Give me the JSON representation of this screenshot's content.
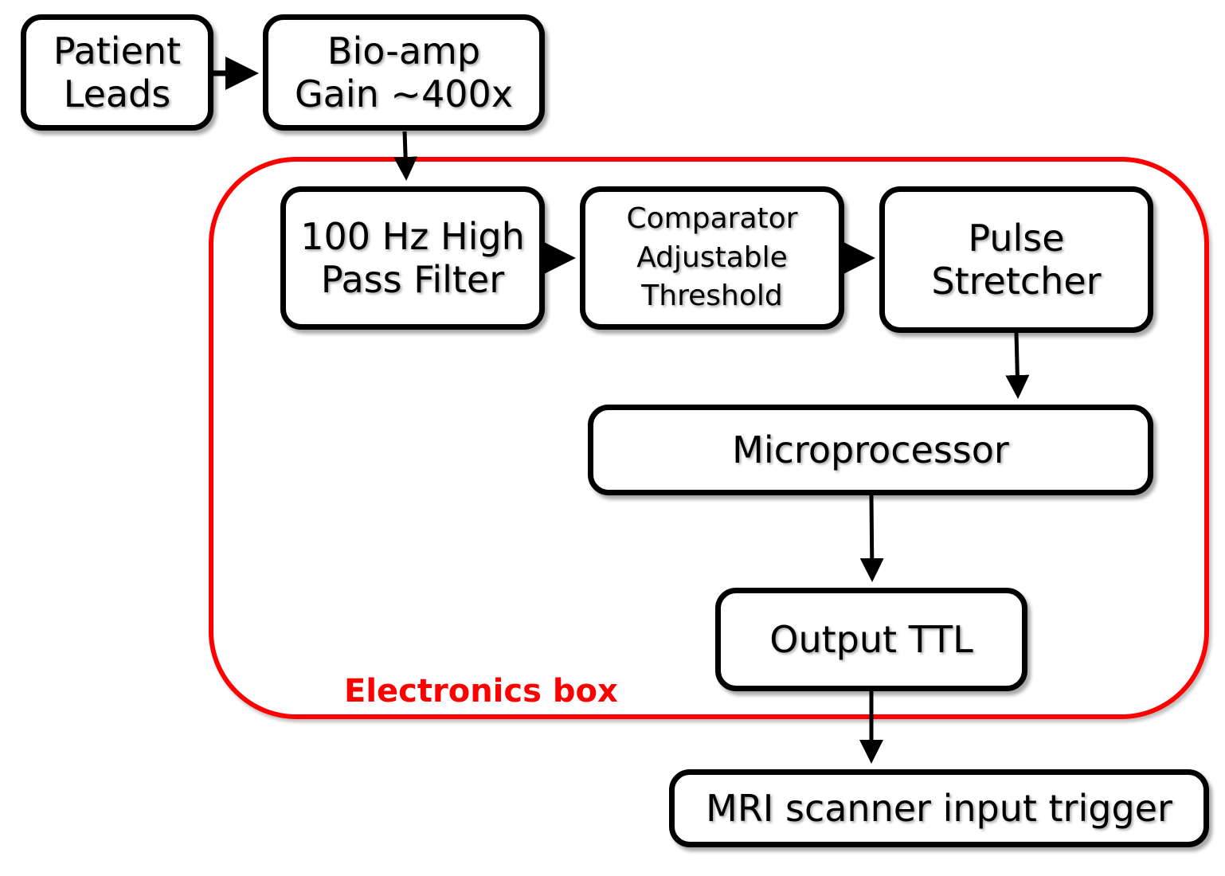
{
  "diagram": {
    "group": {
      "label": "Electronics box",
      "color": "#ff0000"
    },
    "nodes": [
      {
        "id": "patient-leads",
        "label": "Patient\nLeads"
      },
      {
        "id": "bio-amp",
        "label": "Bio-amp\nGain ~400x"
      },
      {
        "id": "high-pass-filter",
        "label": "100 Hz High\nPass Filter"
      },
      {
        "id": "comparator",
        "label": "Comparator\nAdjustable\nThreshold"
      },
      {
        "id": "pulse-stretcher",
        "label": "Pulse\nStretcher"
      },
      {
        "id": "microprocessor",
        "label": "Microprocessor"
      },
      {
        "id": "output-ttl",
        "label": "Output TTL"
      },
      {
        "id": "mri-trigger",
        "label": "MRI scanner input trigger"
      }
    ],
    "edges": [
      {
        "from": "patient-leads",
        "to": "bio-amp"
      },
      {
        "from": "bio-amp",
        "to": "high-pass-filter"
      },
      {
        "from": "high-pass-filter",
        "to": "comparator"
      },
      {
        "from": "comparator",
        "to": "pulse-stretcher"
      },
      {
        "from": "pulse-stretcher",
        "to": "microprocessor"
      },
      {
        "from": "microprocessor",
        "to": "output-ttl"
      },
      {
        "from": "output-ttl",
        "to": "mri-trigger"
      }
    ]
  }
}
